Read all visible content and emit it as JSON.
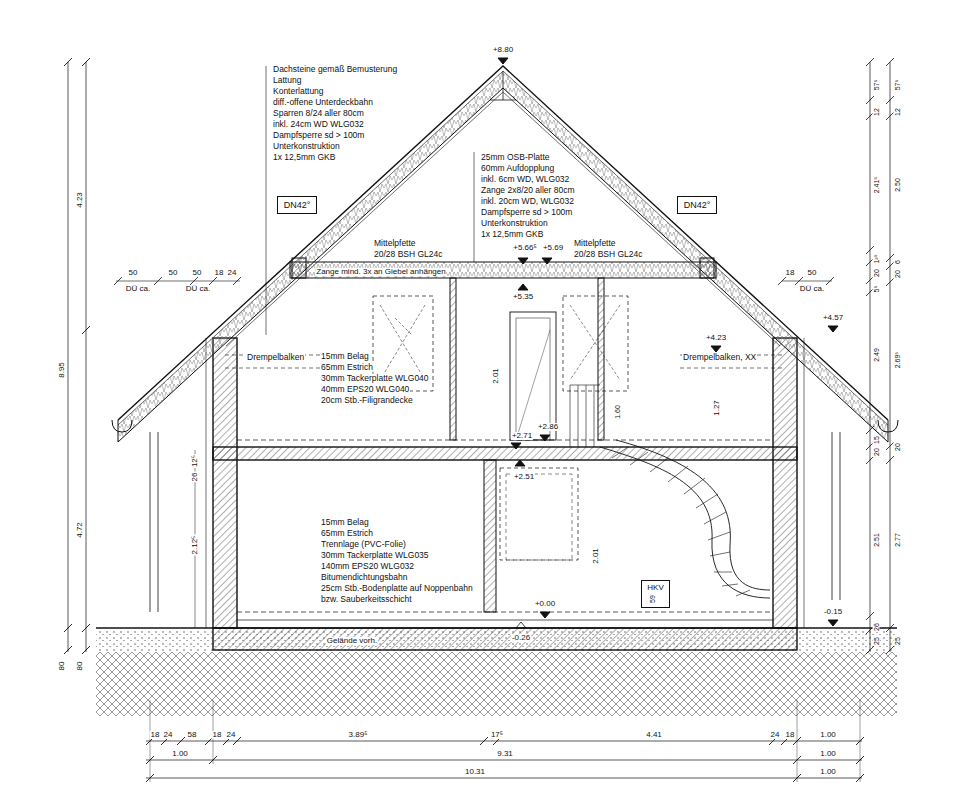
{
  "diagram": {
    "nodes": [
      {
        "text": [
          "DN42°"
        ]
      },
      {
        "text": [
          "DN42°"
        ]
      },
      {
        "text": [
          "HKV"
        ]
      }
    ],
    "labels": [
      "+8.80",
      "Dachsteine gemäß Bemusterung",
      "Lattung",
      "Konterlattung",
      "diff.-offene Unterdeckbahn",
      "Sparren 8/24 aller 80cm",
      "inkl. 24cm WD WLG032",
      "Dampfsperre sd > 100m",
      "Unterkonstruktion",
      "1x 12,5mm GKB",
      "25mm OSB-Platte",
      "60mm Aufdopplung",
      "inkl. 6cm WD, WLG032",
      "Zange 2x8/20 aller 80cm",
      "inkl. 20cm WD, WLG032",
      "Dampfsperre sd > 100m",
      "Unterkonstruktion",
      "1x 12,5mm GKB",
      "Mittelpfette",
      "20/28 BSH GL24c",
      "Mittelpfette",
      "20/28 BSH GL24c",
      "+5.66⁵",
      "+5.69",
      "Zange mind. 3x an Giebel anhängen",
      "+5.35",
      "50",
      "50",
      "50",
      "18",
      "24",
      "DÜ ca.",
      "DÜ ca.",
      "18",
      "50",
      "DÜ ca.",
      "+4.57",
      "+4.23",
      "Drempelbalken",
      "Drempelbalken, XX",
      "15mm Belag",
      "65mm Estrich",
      "30mm Tackerplatte WLG040",
      "40mm EPS20 WLG040",
      "20cm Stb.-Filigrandecke",
      "2.01",
      "1.27",
      "1.60",
      "+2.71",
      "+2.86",
      "+2.51",
      "12⁵",
      "26",
      "2.12⁵",
      "15mm Belag",
      "65mm Estrich",
      "Trennlage (PVC-Folie)",
      "30mm Tackerplatte WLG035",
      "140mm EPS20 WLG032",
      "Bitumendichtungsbahn",
      "25cm Stb.-Bodenplatte auf Noppenbahn",
      "bzw. Sauberkeitsschicht",
      "2.01",
      "59",
      "+0.00",
      "-0.26",
      "-0.15",
      "Gelände vorh.",
      "4.23",
      "8.95",
      "4.72",
      "80",
      "80",
      "57⁵",
      "12",
      "2.41⁵",
      "5⁵",
      "20",
      "1²⁵",
      "2.49",
      "20",
      "15",
      "2.51",
      "26",
      "25",
      "57⁵",
      "12",
      "2.50",
      "6",
      "20",
      "2.69⁵",
      "20",
      "2.77",
      "25",
      "18",
      "24",
      "58",
      "18",
      "24",
      "3.89⁵",
      "17⁵",
      "4.41",
      "24",
      "18",
      "1.00",
      "1.00",
      "9.31",
      "1.00",
      "10.31",
      "1.00"
    ]
  }
}
